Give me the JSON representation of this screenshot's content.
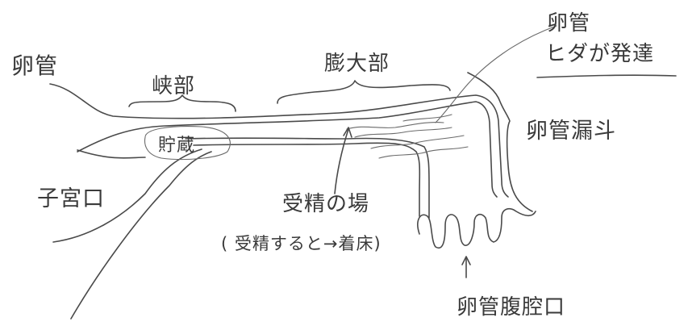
{
  "labels": {
    "oviduct": "卵管",
    "isthmus": "峡部",
    "ampulla": "膨大部",
    "fold_title": "卵管",
    "fold_subtitle": "ヒダが発達",
    "infundibulum": "卵管漏斗",
    "storage": "貯蔵",
    "cervix": "子宮口",
    "fertilization_site": "受精の場",
    "fertilization_note": "( 受精すると→着床)",
    "abdominal_ostium": "卵管腹腔口"
  },
  "colors": {
    "ink": "#4a4a4a",
    "paper": "#ffffff"
  }
}
